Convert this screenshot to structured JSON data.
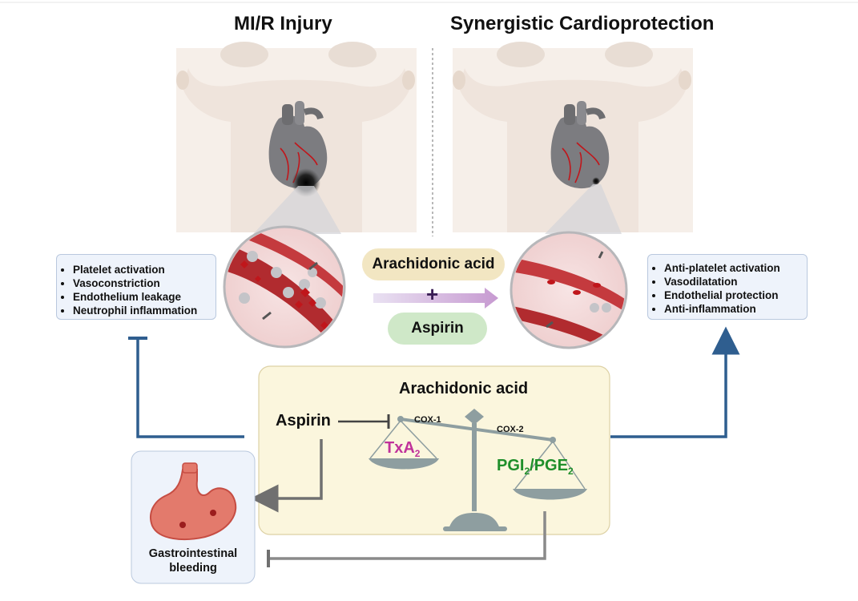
{
  "titles": {
    "left": "MI/R Injury",
    "right": "Synergistic Cardioprotection"
  },
  "injury_effects": [
    "Platelet activation",
    "Vasoconstriction",
    "Endothelium leakage",
    "Neutrophil inflammation"
  ],
  "protection_effects": [
    "Anti-platelet activation",
    "Vasodilatation",
    "Endothelial protection",
    "Anti-inflammation"
  ],
  "combination": {
    "drug1": "Arachidonic acid",
    "plus": "+",
    "drug2": "Aspirin"
  },
  "mechanism": {
    "title": "Arachidonic acid",
    "inhibitor": "Aspirin",
    "cox1": "COX-1",
    "cox2": "COX-2",
    "left_product": {
      "base": "TxA",
      "sub": "2"
    },
    "right_product": {
      "p1": "PGI",
      "s1": "2",
      "sep": "/PGE",
      "s2": "2"
    }
  },
  "side_effect": {
    "line1": "Gastrointestinal",
    "line2": "bleeding"
  },
  "colors": {
    "arrow_blue": "#2f5e8f",
    "txa": "#c0329b",
    "pgi": "#1f8f2a",
    "pill_yellow": "#f2e6c2",
    "pill_green": "#cfe8c8",
    "mech_bg": "#fbf6dd"
  }
}
